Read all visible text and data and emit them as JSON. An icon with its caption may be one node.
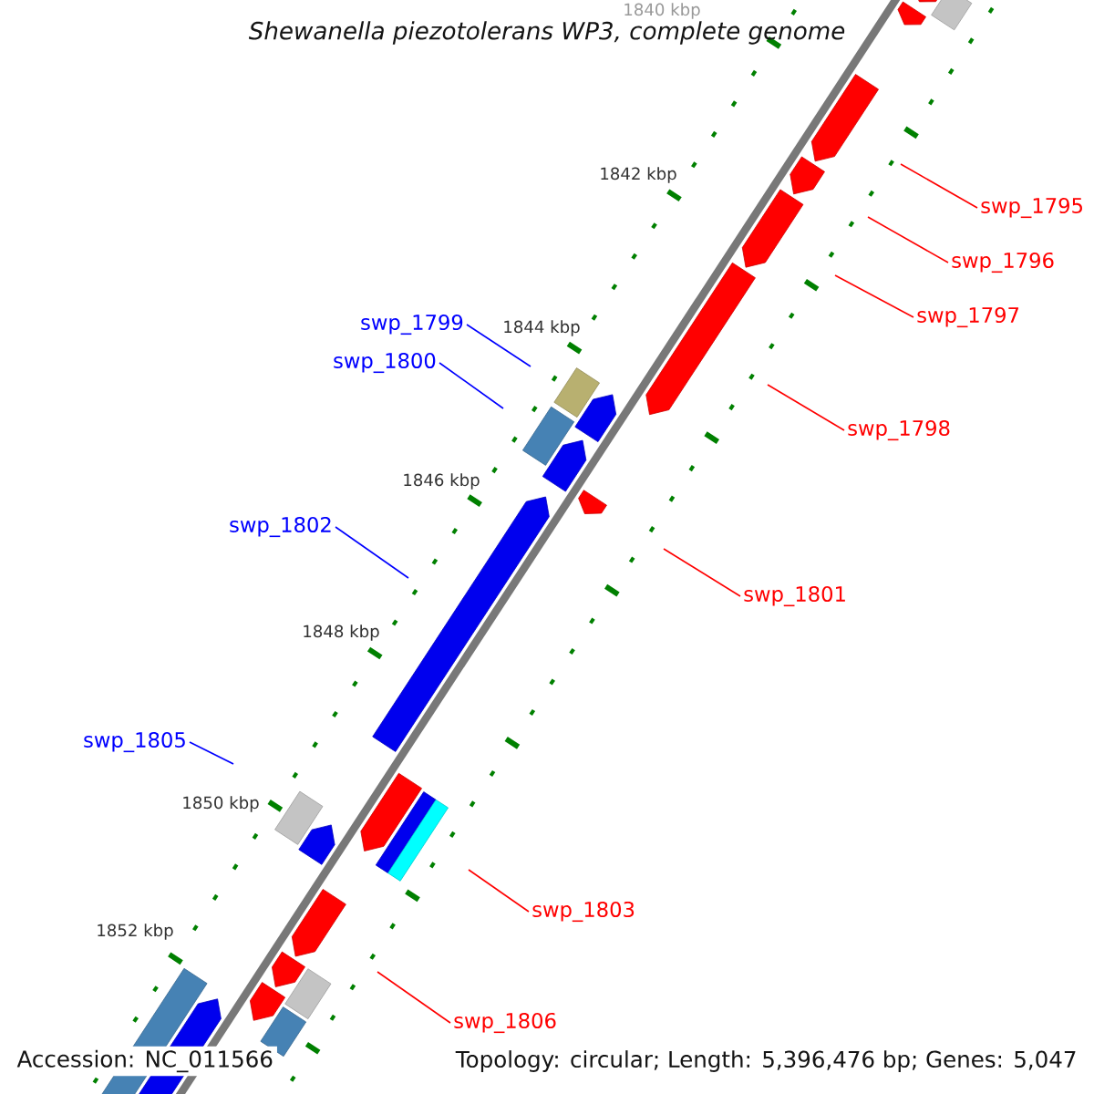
{
  "diagram": {
    "title": "Shewanella piezotolerans WP3, complete genome",
    "nodes": [
      {
        "text": [
          "swp_1795"
        ]
      },
      {
        "text": [
          "swp_1796"
        ]
      },
      {
        "text": [
          "swp_1797"
        ]
      },
      {
        "text": [
          "swp_1799"
        ]
      },
      {
        "text": [
          "swp_1800"
        ]
      },
      {
        "text": [
          "swp_1798"
        ]
      },
      {
        "text": [
          "swp_1802"
        ]
      },
      {
        "text": [
          "swp_1801"
        ]
      },
      {
        "text": [
          "swp_1805"
        ]
      },
      {
        "text": [
          "swp_1803"
        ]
      },
      {
        "text": [
          "swp_1806"
        ]
      }
    ],
    "edges": [
      {
        "from": 0,
        "to": null,
        "arrow": "none",
        "color": "#ff0000"
      },
      {
        "from": 1,
        "to": null,
        "arrow": "none",
        "color": "#ff0000"
      },
      {
        "from": 2,
        "to": null,
        "arrow": "none",
        "color": "#ff0000"
      },
      {
        "from": 3,
        "to": null,
        "arrow": "none",
        "color": "#0000ff"
      },
      {
        "from": 4,
        "to": null,
        "arrow": "none",
        "color": "#0000ff"
      },
      {
        "from": 5,
        "to": null,
        "arrow": "none",
        "color": "#ff0000"
      },
      {
        "from": 6,
        "to": null,
        "arrow": "none",
        "color": "#0000ff"
      },
      {
        "from": 7,
        "to": null,
        "arrow": "none",
        "color": "#ff0000"
      },
      {
        "from": 8,
        "to": null,
        "arrow": "none",
        "color": "#0000ff"
      },
      {
        "from": 9,
        "to": null,
        "arrow": "none",
        "color": "#ff0000"
      },
      {
        "from": 10,
        "to": null,
        "arrow": "none",
        "color": "#ff0000"
      }
    ],
    "labels": [
      "1840 kbp",
      "1842 kbp",
      "1844 kbp",
      "1846 kbp",
      "1848 kbp",
      "1850 kbp",
      "1852 kbp",
      "Accession: NC_011566",
      "Topology: circular; Length: 5,396,476 bp; Genes: 5,047"
    ]
  }
}
